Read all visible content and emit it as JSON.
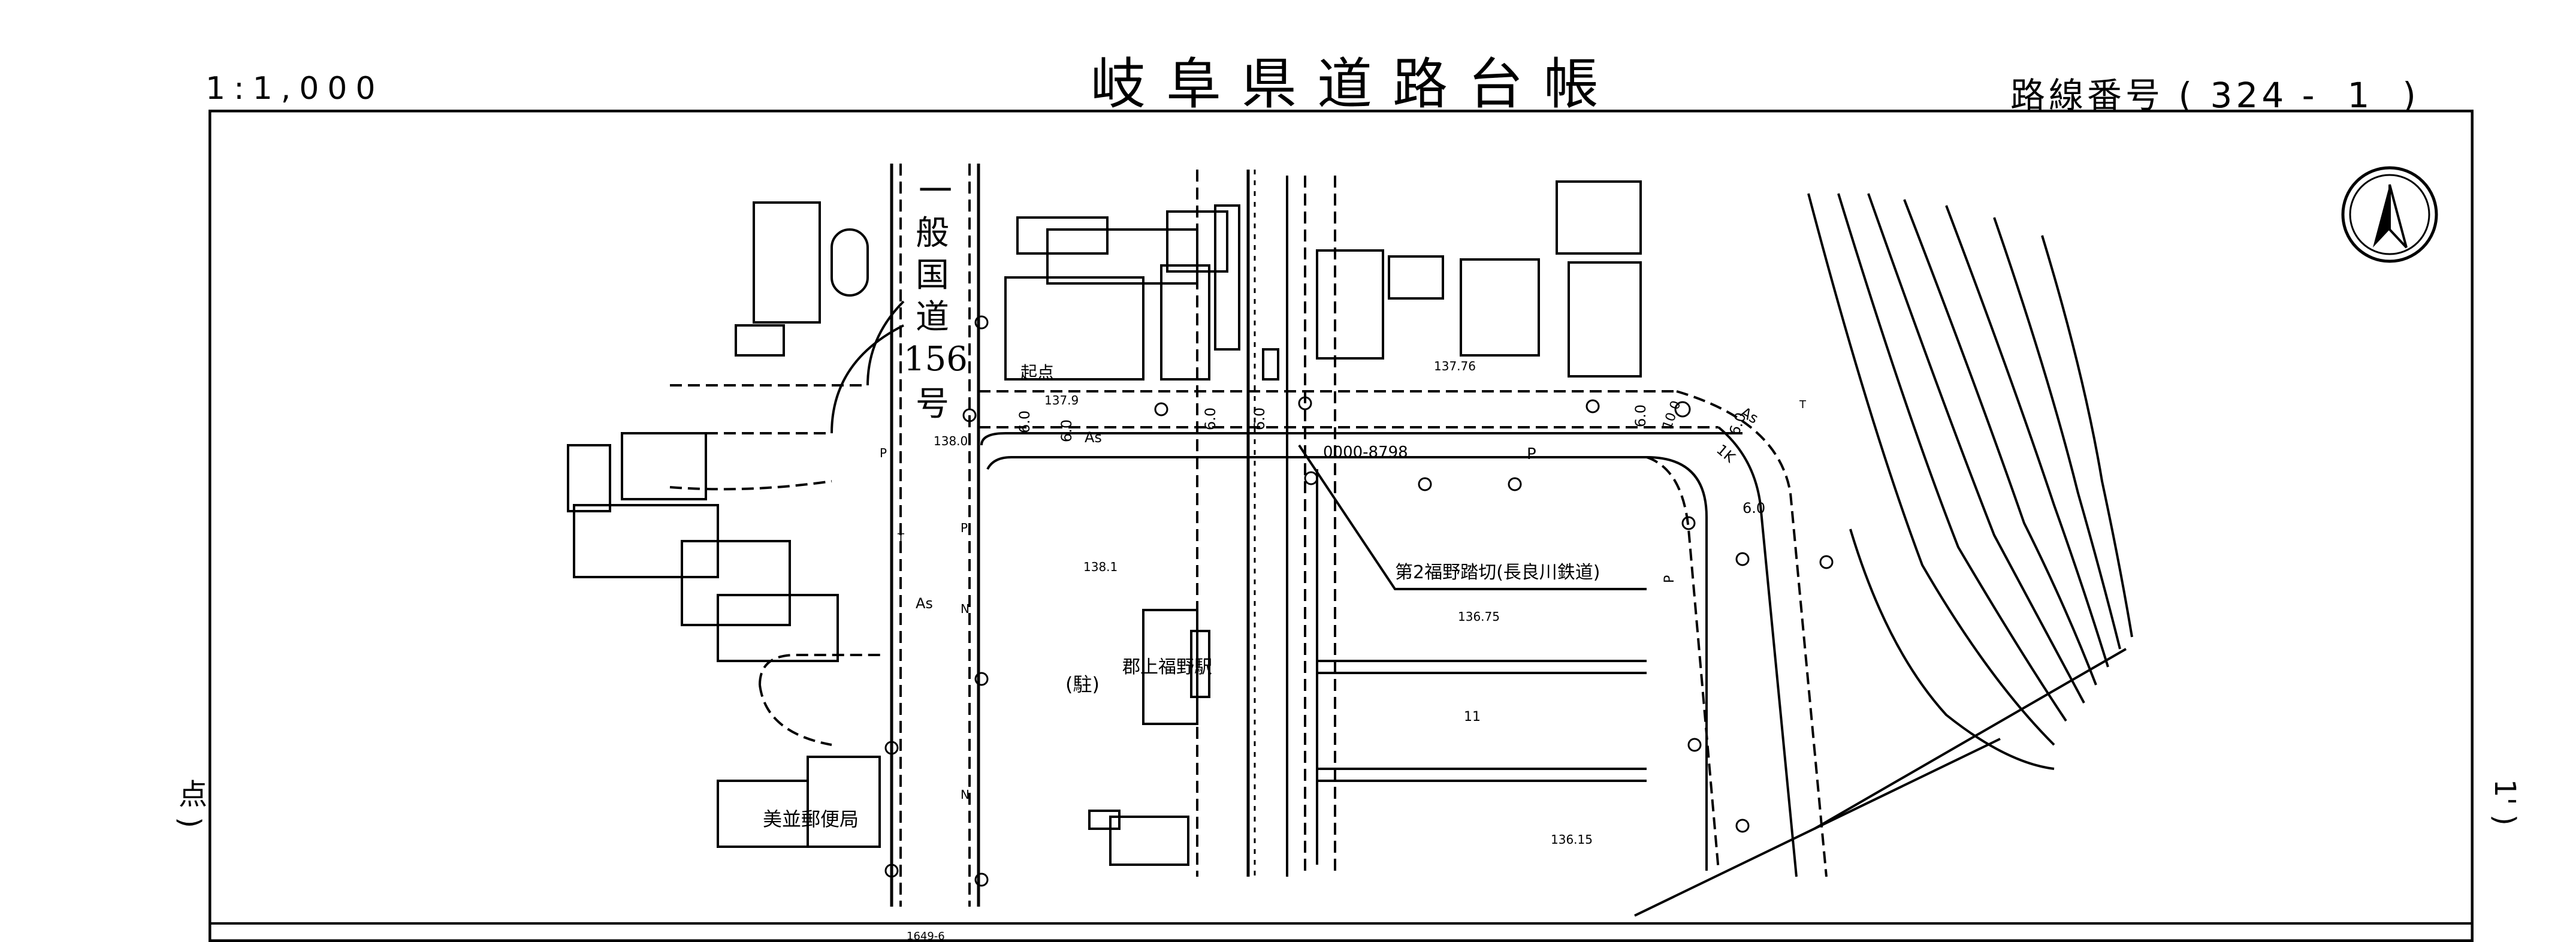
{
  "header": {
    "scale": "1:1,000",
    "title": "岐阜県道路台帳",
    "route_label": "路線番号",
    "route_value": "( 324 -  1  )"
  },
  "map": {
    "road_name": [
      "一",
      "般",
      "国",
      "道",
      "156",
      "号"
    ],
    "start_point": "起点",
    "elevations": [
      "137.76",
      "137.9",
      "138.0",
      "138.1",
      "136.75",
      "136.15"
    ],
    "dims": [
      "6.0",
      "6.0",
      "6.0",
      "6.0",
      "6.0",
      "6.0",
      "10.0",
      "1K",
      "6.0"
    ],
    "railway_code": "0000-8798",
    "crossing": "第2福野踏切(長良川鉄道)",
    "station": "郡上福野駅",
    "parking": "(駐)",
    "post_office": "美並郵便局",
    "pavement": [
      "As",
      "As",
      "As"
    ],
    "misc": [
      "P",
      "P",
      "P",
      "P",
      "N",
      "N",
      "T",
      "T",
      "11",
      "1649-6"
    ]
  },
  "side": {
    "left": "点 )",
    "right": "1' )"
  },
  "icons": [
    "north-arrow-icon"
  ]
}
